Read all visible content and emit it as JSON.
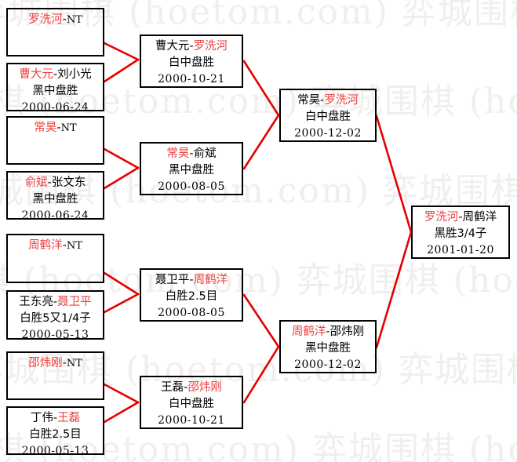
{
  "diagram": {
    "type": "single-elimination-bracket",
    "watermark_text": "弈城围棋 (hoetom.com)",
    "line_color": "#e60000",
    "winner_color": "#ef3e3e",
    "loser_color": "#000000",
    "box_border_color": "#000000",
    "background_color": "#ffffff"
  },
  "rounds": [
    {
      "name": "round-1",
      "matches": [
        {
          "id": "r1m1",
          "player_left": "罗洗河",
          "player_left_is_winner": true,
          "separator": "-",
          "player_right": "NT",
          "player_right_is_winner": false,
          "is_bye": true,
          "result": "",
          "date": ""
        },
        {
          "id": "r1m2",
          "player_left": "曹大元",
          "player_left_is_winner": true,
          "separator": "-",
          "player_right": "刘小光",
          "player_right_is_winner": false,
          "is_bye": false,
          "result": "黑中盘胜",
          "date": "2000-06-24"
        },
        {
          "id": "r1m3",
          "player_left": "常昊",
          "player_left_is_winner": true,
          "separator": "-",
          "player_right": "NT",
          "player_right_is_winner": false,
          "is_bye": true,
          "result": "",
          "date": ""
        },
        {
          "id": "r1m4",
          "player_left": "俞斌",
          "player_left_is_winner": true,
          "separator": "-",
          "player_right": "张文东",
          "player_right_is_winner": false,
          "is_bye": false,
          "result": "黑中盘胜",
          "date": "2000-06-24"
        },
        {
          "id": "r1m5",
          "player_left": "周鹤洋",
          "player_left_is_winner": true,
          "separator": "-",
          "player_right": "NT",
          "player_right_is_winner": false,
          "is_bye": true,
          "result": "",
          "date": ""
        },
        {
          "id": "r1m6",
          "player_left": "王东亮",
          "player_left_is_winner": false,
          "separator": "-",
          "player_right": "聂卫平",
          "player_right_is_winner": true,
          "is_bye": false,
          "result": "白胜5又1/4子",
          "date": "2000-05-13"
        },
        {
          "id": "r1m7",
          "player_left": "邵炜刚",
          "player_left_is_winner": true,
          "separator": "-",
          "player_right": "NT",
          "player_right_is_winner": false,
          "is_bye": true,
          "result": "",
          "date": ""
        },
        {
          "id": "r1m8",
          "player_left": "丁伟",
          "player_left_is_winner": false,
          "separator": "-",
          "player_right": "王磊",
          "player_right_is_winner": true,
          "is_bye": false,
          "result": "白胜2.5目",
          "date": "2000-05-13"
        }
      ]
    },
    {
      "name": "round-2",
      "matches": [
        {
          "id": "r2m1",
          "player_left": "曹大元",
          "player_left_is_winner": false,
          "separator": "-",
          "player_right": "罗洗河",
          "player_right_is_winner": true,
          "is_bye": false,
          "result": "白中盘胜",
          "date": "2000-10-21"
        },
        {
          "id": "r2m2",
          "player_left": "常昊",
          "player_left_is_winner": true,
          "separator": "-",
          "player_right": "俞斌",
          "player_right_is_winner": false,
          "is_bye": false,
          "result": "黑中盘胜",
          "date": "2000-08-05"
        },
        {
          "id": "r2m3",
          "player_left": "聂卫平",
          "player_left_is_winner": false,
          "separator": "-",
          "player_right": "周鹤洋",
          "player_right_is_winner": true,
          "is_bye": false,
          "result": "白胜2.5目",
          "date": "2000-08-05"
        },
        {
          "id": "r2m4",
          "player_left": "王磊",
          "player_left_is_winner": false,
          "separator": "-",
          "player_right": "邵炜刚",
          "player_right_is_winner": true,
          "is_bye": false,
          "result": "白中盘胜",
          "date": "2000-10-21"
        }
      ]
    },
    {
      "name": "semifinal",
      "matches": [
        {
          "id": "sf1",
          "player_left": "常昊",
          "player_left_is_winner": false,
          "separator": "-",
          "player_right": "罗洗河",
          "player_right_is_winner": true,
          "is_bye": false,
          "result": "白中盘胜",
          "date": "2000-12-02"
        },
        {
          "id": "sf2",
          "player_left": "周鹤洋",
          "player_left_is_winner": true,
          "separator": "-",
          "player_right": "邵炜刚",
          "player_right_is_winner": false,
          "is_bye": false,
          "result": "黑中盘胜",
          "date": "2000-12-02"
        }
      ]
    },
    {
      "name": "final",
      "matches": [
        {
          "id": "final1",
          "player_left": "罗洗河",
          "player_left_is_winner": true,
          "separator": "-",
          "player_right": "周鹤洋",
          "player_right_is_winner": false,
          "is_bye": false,
          "result": "黑胜3/4子",
          "date": "2001-01-20"
        }
      ]
    }
  ]
}
